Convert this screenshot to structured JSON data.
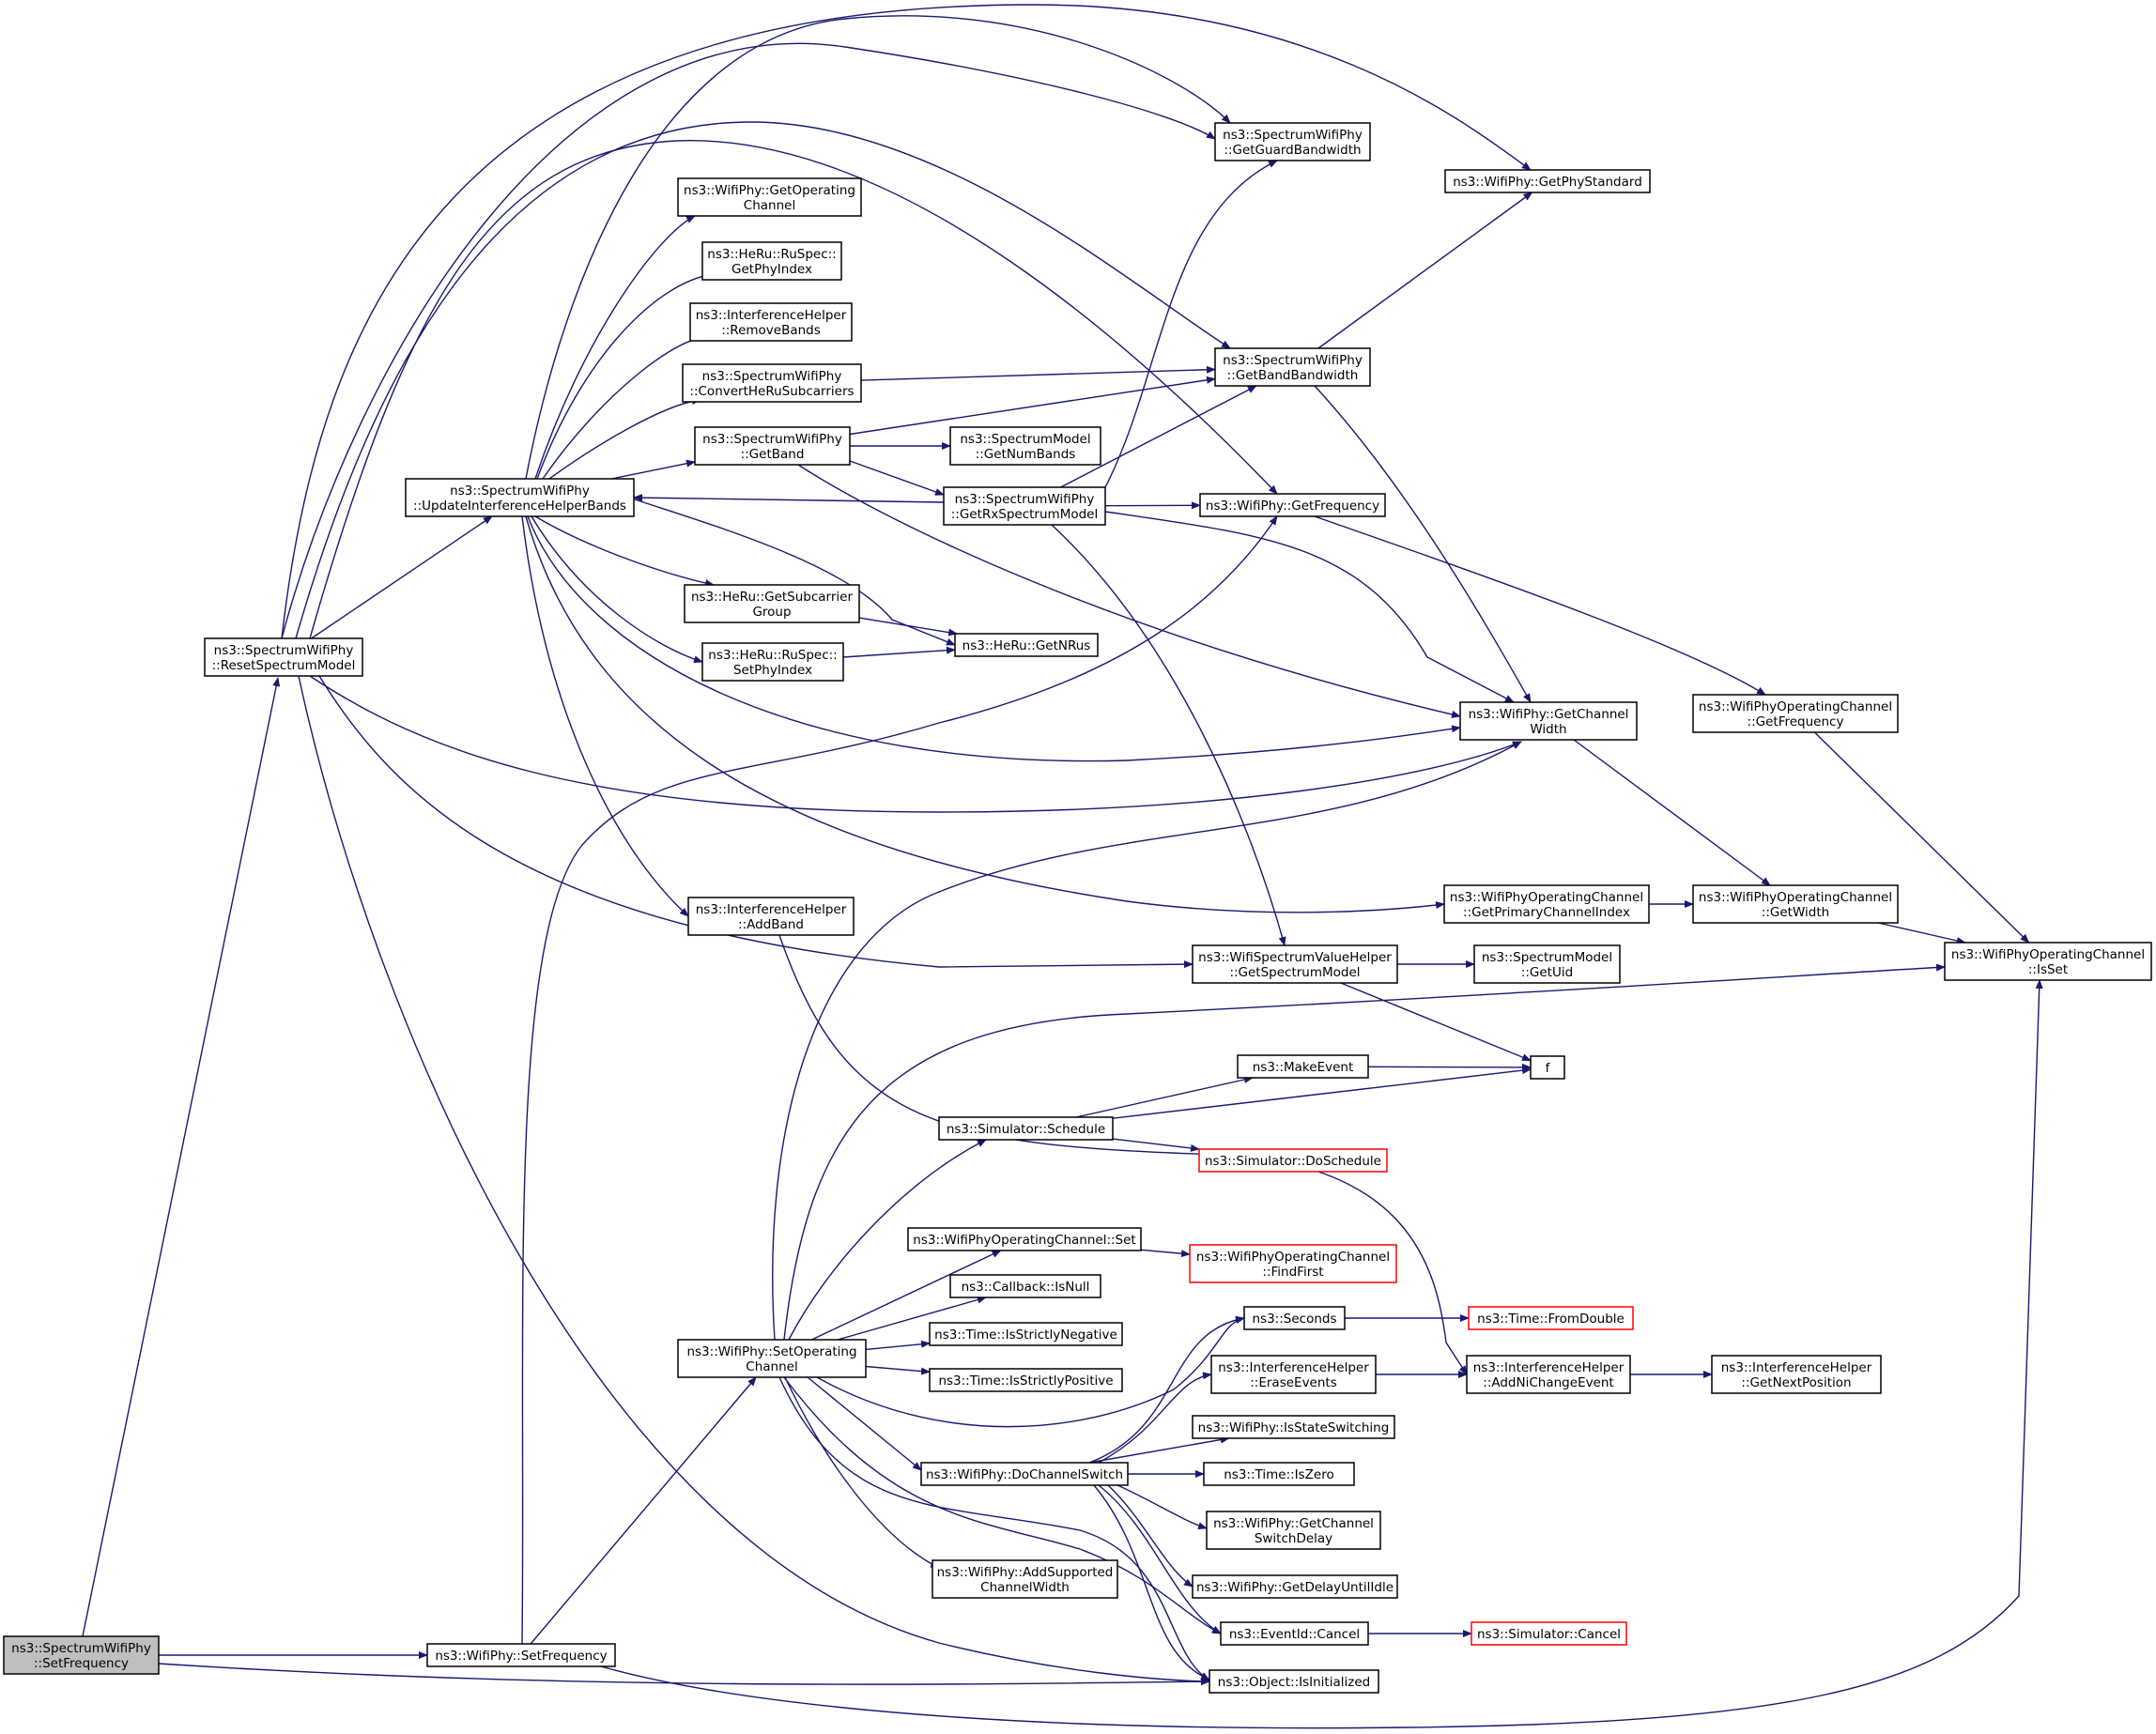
{
  "colors": {
    "edge": "#191970",
    "node_border": "#000000",
    "truncated_border": "#ff0000",
    "root_fill": "#bfbfbf",
    "background": "#ffffff"
  },
  "nodes": [
    {
      "id": "root",
      "lines": [
        "ns3::SpectrumWifiPhy",
        "::SetFrequency"
      ],
      "kind": "root"
    },
    {
      "id": "reset",
      "lines": [
        "ns3::SpectrumWifiPhy",
        "::ResetSpectrumModel"
      ]
    },
    {
      "id": "wsetfreq",
      "lines": [
        "ns3::WifiPhy::SetFrequency"
      ]
    },
    {
      "id": "update",
      "lines": [
        "ns3::SpectrumWifiPhy",
        "::UpdateInterferenceHelperBands"
      ]
    },
    {
      "id": "guardbw",
      "lines": [
        "ns3::SpectrumWifiPhy",
        "::GetGuardBandwidth"
      ]
    },
    {
      "id": "physt",
      "lines": [
        "ns3::WifiPhy::GetPhyStandard"
      ]
    },
    {
      "id": "getopch",
      "lines": [
        "ns3::WifiPhy::GetOperating",
        "Channel"
      ]
    },
    {
      "id": "getphyidx",
      "lines": [
        "ns3::HeRu::RuSpec::",
        "GetPhyIndex"
      ]
    },
    {
      "id": "removebands",
      "lines": [
        "ns3::InterferenceHelper",
        "::RemoveBands"
      ]
    },
    {
      "id": "convert",
      "lines": [
        "ns3::SpectrumWifiPhy",
        "::ConvertHeRuSubcarriers"
      ]
    },
    {
      "id": "bandbw",
      "lines": [
        "ns3::SpectrumWifiPhy",
        "::GetBandBandwidth"
      ]
    },
    {
      "id": "getband",
      "lines": [
        "ns3::SpectrumWifiPhy",
        "::GetBand"
      ]
    },
    {
      "id": "numbands",
      "lines": [
        "ns3::SpectrumModel",
        "::GetNumBands"
      ]
    },
    {
      "id": "rxspec",
      "lines": [
        "ns3::SpectrumWifiPhy",
        "::GetRxSpectrumModel"
      ]
    },
    {
      "id": "getfreq",
      "lines": [
        "ns3::WifiPhy::GetFrequency"
      ]
    },
    {
      "id": "subgroup",
      "lines": [
        "ns3::HeRu::GetSubcarrier",
        "Group"
      ]
    },
    {
      "id": "nrus",
      "lines": [
        "ns3::HeRu::GetNRus"
      ]
    },
    {
      "id": "setphyidx",
      "lines": [
        "ns3::HeRu::RuSpec::",
        "SetPhyIndex"
      ]
    },
    {
      "id": "chwidth",
      "lines": [
        "ns3::WifiPhy::GetChannel",
        "Width"
      ]
    },
    {
      "id": "ocfreq",
      "lines": [
        "ns3::WifiPhyOperatingChannel",
        "::GetFrequency"
      ]
    },
    {
      "id": "addband",
      "lines": [
        "ns3::InterferenceHelper",
        "::AddBand"
      ]
    },
    {
      "id": "primidx",
      "lines": [
        "ns3::WifiPhyOperatingChannel",
        "::GetPrimaryChannelIndex"
      ]
    },
    {
      "id": "ocwidth",
      "lines": [
        "ns3::WifiPhyOperatingChannel",
        "::GetWidth"
      ]
    },
    {
      "id": "getspec",
      "lines": [
        "ns3::WifiSpectrumValueHelper",
        "::GetSpectrumModel"
      ]
    },
    {
      "id": "getuid",
      "lines": [
        "ns3::SpectrumModel",
        "::GetUid"
      ]
    },
    {
      "id": "isset",
      "lines": [
        "ns3::WifiPhyOperatingChannel",
        "::IsSet"
      ]
    },
    {
      "id": "makeevent",
      "lines": [
        "ns3::MakeEvent"
      ]
    },
    {
      "id": "f",
      "lines": [
        "f"
      ]
    },
    {
      "id": "schedule",
      "lines": [
        "ns3::Simulator::Schedule"
      ]
    },
    {
      "id": "dosched",
      "lines": [
        "ns3::Simulator::DoSchedule"
      ],
      "kind": "trunc"
    },
    {
      "id": "ocset",
      "lines": [
        "ns3::WifiPhyOperatingChannel::Set"
      ]
    },
    {
      "id": "findfirst",
      "lines": [
        "ns3::WifiPhyOperatingChannel",
        "::FindFirst"
      ],
      "kind": "trunc"
    },
    {
      "id": "isnull",
      "lines": [
        "ns3::Callback::IsNull"
      ]
    },
    {
      "id": "seconds",
      "lines": [
        "ns3::Seconds"
      ]
    },
    {
      "id": "fromdouble",
      "lines": [
        "ns3::Time::FromDouble"
      ],
      "kind": "trunc"
    },
    {
      "id": "setopch",
      "lines": [
        "ns3::WifiPhy::SetOperating",
        "Channel"
      ]
    },
    {
      "id": "strneg",
      "lines": [
        "ns3::Time::IsStrictlyNegative"
      ]
    },
    {
      "id": "strpos",
      "lines": [
        "ns3::Time::IsStrictlyPositive"
      ]
    },
    {
      "id": "erase",
      "lines": [
        "ns3::InterferenceHelper",
        "::EraseEvents"
      ]
    },
    {
      "id": "addni",
      "lines": [
        "ns3::InterferenceHelper",
        "::AddNiChangeEvent"
      ]
    },
    {
      "id": "nextpos",
      "lines": [
        "ns3::InterferenceHelper",
        "::GetNextPosition"
      ]
    },
    {
      "id": "isswitch",
      "lines": [
        "ns3::WifiPhy::IsStateSwitching"
      ]
    },
    {
      "id": "doswitch",
      "lines": [
        "ns3::WifiPhy::DoChannelSwitch"
      ]
    },
    {
      "id": "iszero",
      "lines": [
        "ns3::Time::IsZero"
      ]
    },
    {
      "id": "swdelay",
      "lines": [
        "ns3::WifiPhy::GetChannel",
        "SwitchDelay"
      ]
    },
    {
      "id": "addsup",
      "lines": [
        "ns3::WifiPhy::AddSupported",
        "ChannelWidth"
      ]
    },
    {
      "id": "delayidle",
      "lines": [
        "ns3::WifiPhy::GetDelayUntilIdle"
      ]
    },
    {
      "id": "cancel",
      "lines": [
        "ns3::EventId::Cancel"
      ]
    },
    {
      "id": "simcancel",
      "lines": [
        "ns3::Simulator::Cancel"
      ],
      "kind": "trunc"
    },
    {
      "id": "isinit",
      "lines": [
        "ns3::Object::IsInitialized"
      ]
    }
  ],
  "edges": [
    [
      "root",
      "reset"
    ],
    [
      "root",
      "wsetfreq"
    ],
    [
      "root",
      "isinit"
    ],
    [
      "reset",
      "update"
    ],
    [
      "reset",
      "guardbw"
    ],
    [
      "reset",
      "physt"
    ],
    [
      "reset",
      "bandbw"
    ],
    [
      "reset",
      "getfreq"
    ],
    [
      "reset",
      "chwidth"
    ],
    [
      "reset",
      "getspec"
    ],
    [
      "reset",
      "isinit"
    ],
    [
      "wsetfreq",
      "getfreq"
    ],
    [
      "wsetfreq",
      "setopch"
    ],
    [
      "wsetfreq",
      "isset"
    ],
    [
      "update",
      "guardbw"
    ],
    [
      "update",
      "getopch"
    ],
    [
      "update",
      "getphyidx"
    ],
    [
      "update",
      "removebands"
    ],
    [
      "update",
      "convert"
    ],
    [
      "update",
      "getband"
    ],
    [
      "update",
      "subgroup"
    ],
    [
      "update",
      "nrus"
    ],
    [
      "update",
      "setphyidx"
    ],
    [
      "update",
      "chwidth"
    ],
    [
      "update",
      "addband"
    ],
    [
      "update",
      "primidx"
    ],
    [
      "convert",
      "bandbw"
    ],
    [
      "getband",
      "bandbw"
    ],
    [
      "getband",
      "numbands"
    ],
    [
      "getband",
      "rxspec"
    ],
    [
      "getband",
      "chwidth"
    ],
    [
      "rxspec",
      "update"
    ],
    [
      "rxspec",
      "guardbw"
    ],
    [
      "rxspec",
      "bandbw"
    ],
    [
      "rxspec",
      "getfreq"
    ],
    [
      "rxspec",
      "chwidth"
    ],
    [
      "rxspec",
      "getspec"
    ],
    [
      "bandbw",
      "physt"
    ],
    [
      "bandbw",
      "chwidth"
    ],
    [
      "getfreq",
      "ocfreq"
    ],
    [
      "subgroup",
      "nrus"
    ],
    [
      "setphyidx",
      "nrus"
    ],
    [
      "chwidth",
      "ocwidth"
    ],
    [
      "ocfreq",
      "isset"
    ],
    [
      "primidx",
      "ocwidth"
    ],
    [
      "ocwidth",
      "isset"
    ],
    [
      "getspec",
      "getuid"
    ],
    [
      "getspec",
      "f"
    ],
    [
      "addband",
      "addni"
    ],
    [
      "makeevent",
      "f"
    ],
    [
      "schedule",
      "makeevent"
    ],
    [
      "schedule",
      "f"
    ],
    [
      "schedule",
      "dosched"
    ],
    [
      "ocset",
      "findfirst"
    ],
    [
      "seconds",
      "fromdouble"
    ],
    [
      "setopch",
      "chwidth"
    ],
    [
      "setopch",
      "isset"
    ],
    [
      "setopch",
      "schedule"
    ],
    [
      "setopch",
      "ocset"
    ],
    [
      "setopch",
      "isnull"
    ],
    [
      "setopch",
      "strneg"
    ],
    [
      "setopch",
      "strpos"
    ],
    [
      "setopch",
      "seconds"
    ],
    [
      "setopch",
      "doswitch"
    ],
    [
      "setopch",
      "addsup"
    ],
    [
      "setopch",
      "isinit"
    ],
    [
      "setopch",
      "cancel"
    ],
    [
      "erase",
      "addni"
    ],
    [
      "addni",
      "nextpos"
    ],
    [
      "doswitch",
      "seconds"
    ],
    [
      "doswitch",
      "erase"
    ],
    [
      "doswitch",
      "isswitch"
    ],
    [
      "doswitch",
      "iszero"
    ],
    [
      "doswitch",
      "swdelay"
    ],
    [
      "doswitch",
      "delayidle"
    ],
    [
      "doswitch",
      "cancel"
    ],
    [
      "doswitch",
      "isinit"
    ],
    [
      "cancel",
      "simcancel"
    ]
  ]
}
